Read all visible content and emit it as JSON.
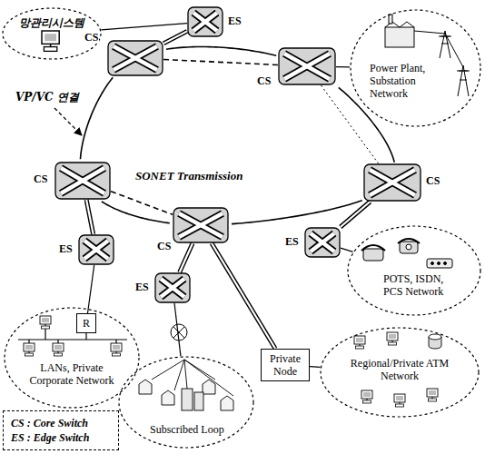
{
  "diagram": {
    "nodes": [
      {
        "text": [
          "망관리시스템"
        ]
      },
      {
        "text": [
          "ES"
        ]
      },
      {
        "text": [
          "CS"
        ]
      },
      {
        "text": [
          "CS"
        ]
      },
      {
        "text": [
          "Power Plant, Substation Network"
        ]
      },
      {
        "text": [
          "CS"
        ]
      },
      {
        "text": [
          "CS"
        ]
      },
      {
        "text": [
          "CS"
        ]
      },
      {
        "text": [
          "ES"
        ]
      },
      {
        "text": [
          "POTS, ISDN, PCS Network"
        ]
      },
      {
        "text": [
          "ES"
        ]
      },
      {
        "text": [
          "ES"
        ]
      },
      {
        "text": [
          "LANs, Private Corporate Network"
        ]
      },
      {
        "text": [
          "R"
        ],
        "in": 12
      },
      {
        "text": [
          "Private Node"
        ]
      },
      {
        "text": [
          "Subscribed Loop"
        ]
      },
      {
        "text": [
          "Regional/Private ATM Network"
        ]
      }
    ],
    "edges": [
      {
        "from": 0,
        "to": 1,
        "arrow": "none"
      },
      {
        "from": 1,
        "to": 2,
        "arrow": "none"
      },
      {
        "from": 2,
        "to": 3,
        "arrow": "none"
      },
      {
        "from": 3,
        "to": 7,
        "arrow": "none"
      },
      {
        "from": 7,
        "to": 6,
        "arrow": "none"
      },
      {
        "from": 6,
        "to": 5,
        "arrow": "none"
      },
      {
        "from": 5,
        "to": 2,
        "arrow": "none"
      },
      {
        "from": 3,
        "to": 4,
        "arrow": "none"
      },
      {
        "from": 5,
        "to": 10,
        "arrow": "none"
      },
      {
        "from": 10,
        "to": 13,
        "arrow": "none"
      },
      {
        "from": 6,
        "to": 11,
        "arrow": "none"
      },
      {
        "from": 11,
        "to": 15,
        "arrow": "none"
      },
      {
        "from": 7,
        "to": 8,
        "arrow": "none"
      },
      {
        "from": 8,
        "to": 9,
        "arrow": "none"
      },
      {
        "from": 6,
        "to": 14,
        "arrow": "none"
      },
      {
        "from": 14,
        "to": 16,
        "arrow": "none"
      },
      {
        "from": 2,
        "to": 3,
        "arrow": "none"
      },
      {
        "from": 5,
        "to": 6,
        "arrow": "none"
      },
      {
        "from": 3,
        "to": 7,
        "arrow": "none"
      }
    ],
    "labels": [
      "VP/VC 연결",
      "SONET Transmission"
    ],
    "legend": [
      {
        "text": "CS : Core Switch"
      },
      {
        "text": "ES : Edge Switch"
      }
    ]
  }
}
